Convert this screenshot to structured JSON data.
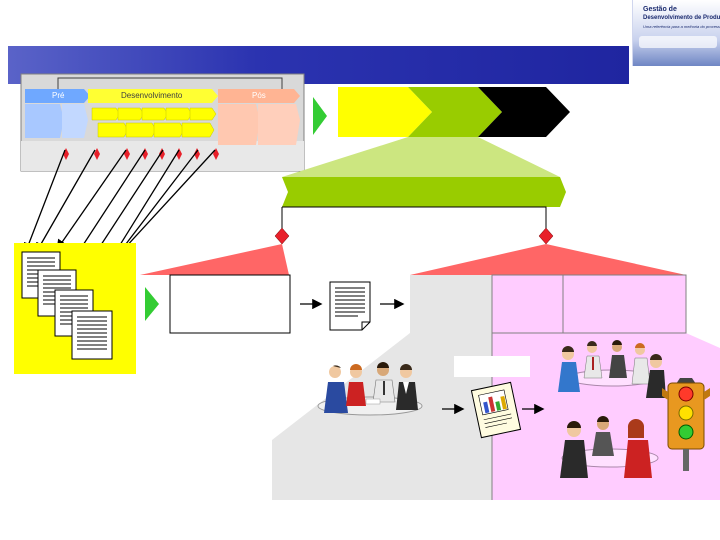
{
  "logo": {
    "title_line1": "Gestão de",
    "title_line2": "Desenvolvimento de Produtos",
    "subtitle": "Uma referência para a melhoria do processo"
  },
  "phases": {
    "pre": "Pré",
    "development": "Desenvolvimento",
    "post": "Pós"
  },
  "icons": {
    "traffic_light": "traffic-light-icon",
    "meeting_group": "people-meeting-icon",
    "report": "report-chart-icon",
    "document": "document-icon"
  },
  "colors": {
    "banner": "#1f25a0",
    "yellow": "#ffff00",
    "green": "#99cc00",
    "pink": "#ffccff",
    "gray_panel": "#e6e6e6",
    "red_diamond": "#e8202a"
  }
}
